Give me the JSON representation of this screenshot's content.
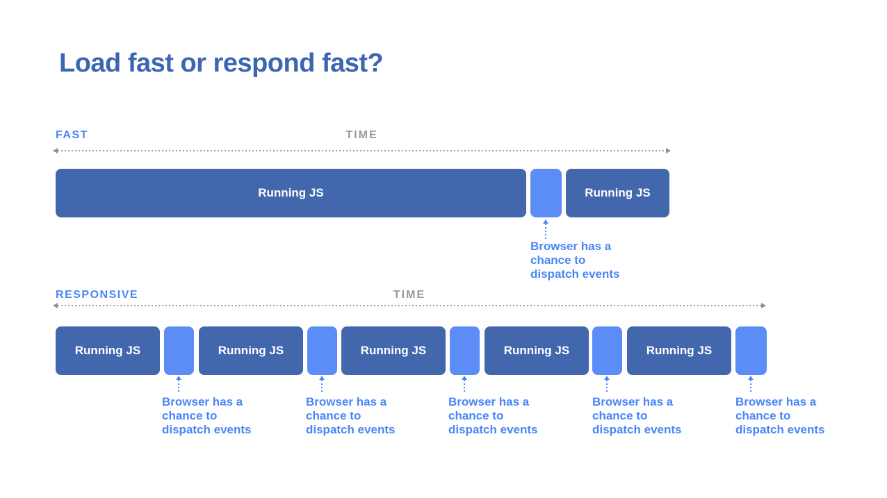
{
  "title": "Load fast or respond fast?",
  "colors": {
    "title_blue": "#3d65b2",
    "bar_blue": "#4267ad",
    "event_block_blue": "#5c8df7",
    "accent_blue": "#4a86f6",
    "timeline_gray": "#96989d",
    "background": "#ffffff"
  },
  "fast": {
    "label": "FAST",
    "time_label": "TIME",
    "bars": [
      {
        "label": "Running JS"
      },
      {
        "label": "Running JS"
      }
    ],
    "annotations": [
      {
        "text": "Browser has a\nchance to\ndispatch events"
      }
    ]
  },
  "responsive": {
    "label": "RESPONSIVE",
    "time_label": "TIME",
    "bars": [
      {
        "label": "Running JS"
      },
      {
        "label": "Running JS"
      },
      {
        "label": "Running JS"
      },
      {
        "label": "Running JS"
      },
      {
        "label": "Running JS"
      }
    ],
    "annotations": [
      {
        "text": "Browser has a\nchance to\ndispatch events"
      },
      {
        "text": "Browser has a\nchance to\ndispatch events"
      },
      {
        "text": "Browser has a\nchance to\ndispatch events"
      },
      {
        "text": "Browser has a\nchance to\ndispatch events"
      },
      {
        "text": "Browser has a\nchance to\ndispatch events"
      }
    ]
  }
}
